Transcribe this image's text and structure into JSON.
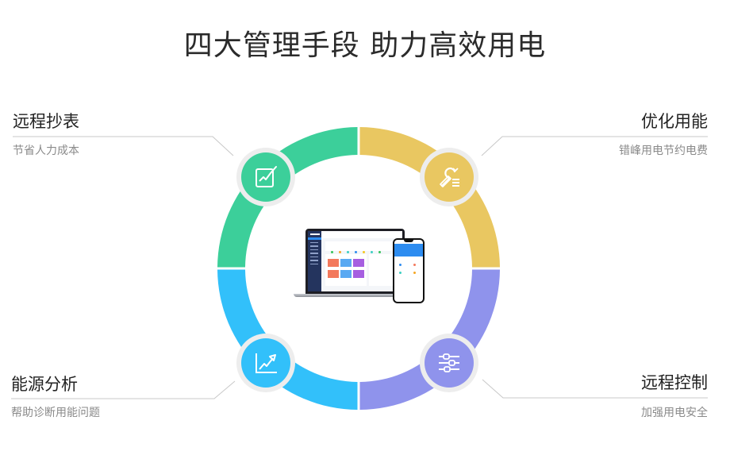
{
  "title": "四大管理手段  助力高效用电",
  "colors": {
    "green": "#3ccf9a",
    "yellow": "#e9c761",
    "blue": "#32c0fa",
    "purple": "#8f93ec",
    "badge_ring": "#ededed",
    "connector_line": "#c8c8c8"
  },
  "features": [
    {
      "position": "top-left",
      "title": "远程抄表",
      "desc": "节省人力成本",
      "icon": "report-chart-pen-icon",
      "color": "#3ccf9a"
    },
    {
      "position": "top-right",
      "title": "优化用能",
      "desc": "错峰用电节约电费",
      "icon": "wrench-optimize-icon",
      "color": "#e9c761"
    },
    {
      "position": "bottom-left",
      "title": "能源分析",
      "desc": "帮助诊断用能问题",
      "icon": "trend-up-chart-icon",
      "color": "#32c0fa"
    },
    {
      "position": "bottom-right",
      "title": "远程控制",
      "desc": "加强用电安全",
      "icon": "sliders-control-icon",
      "color": "#8f93ec"
    }
  ],
  "center_image": {
    "description": "laptop-and-phone-dashboard-mockup"
  }
}
